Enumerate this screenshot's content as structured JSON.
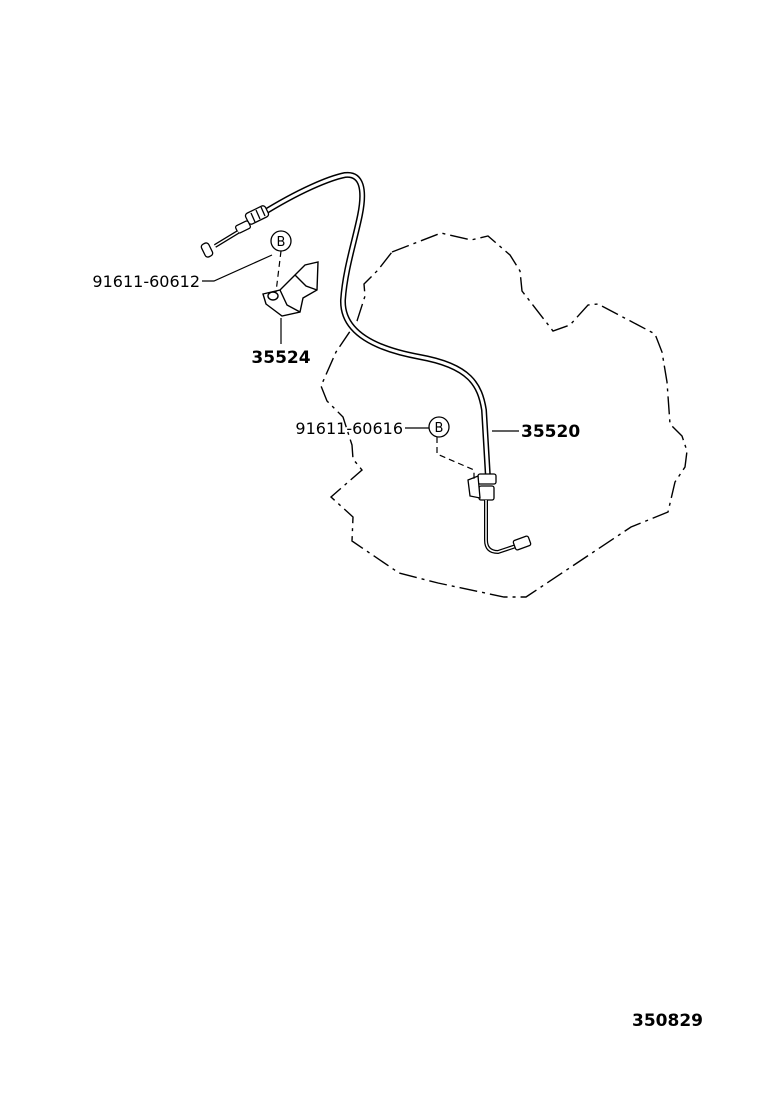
{
  "parts": {
    "bolt_upper": "91611-60612",
    "bracket": "35524",
    "bolt_lower": "91611-60616",
    "cable": "35520"
  },
  "callouts": {
    "upper": "B",
    "lower": "B"
  },
  "illustration_id": "350829"
}
